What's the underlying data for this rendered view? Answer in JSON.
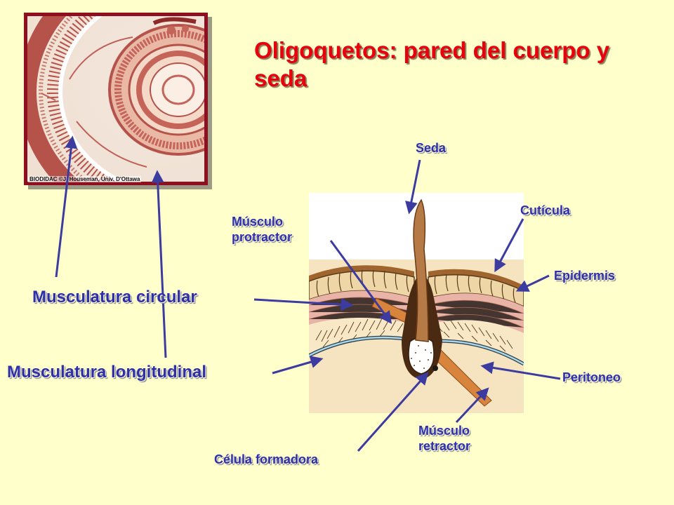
{
  "title": "Oligoquetos: pared del cuerpo y seda",
  "micrograph": {
    "credit": "BIODIDAC ©J. Houseman, Univ. D'Ottawa"
  },
  "labels": {
    "seda": "Seda",
    "cuticula": "Cutícula",
    "epidermis": "Epidermis",
    "peritoneo": "Peritoneo",
    "musculo_protractor": [
      "Músculo",
      "protractor"
    ],
    "musculo_retractor": [
      "Músculo",
      "retractor"
    ],
    "celula_formadora": "Célula formadora",
    "musculatura_circular": "Musculatura circular",
    "musculatura_longitudinal": "Musculatura longitudinal"
  },
  "colors": {
    "background": "#FFFFCC",
    "title": "#E8000C",
    "label": "#2F2FA8",
    "arrow": "#3C3CA0"
  }
}
